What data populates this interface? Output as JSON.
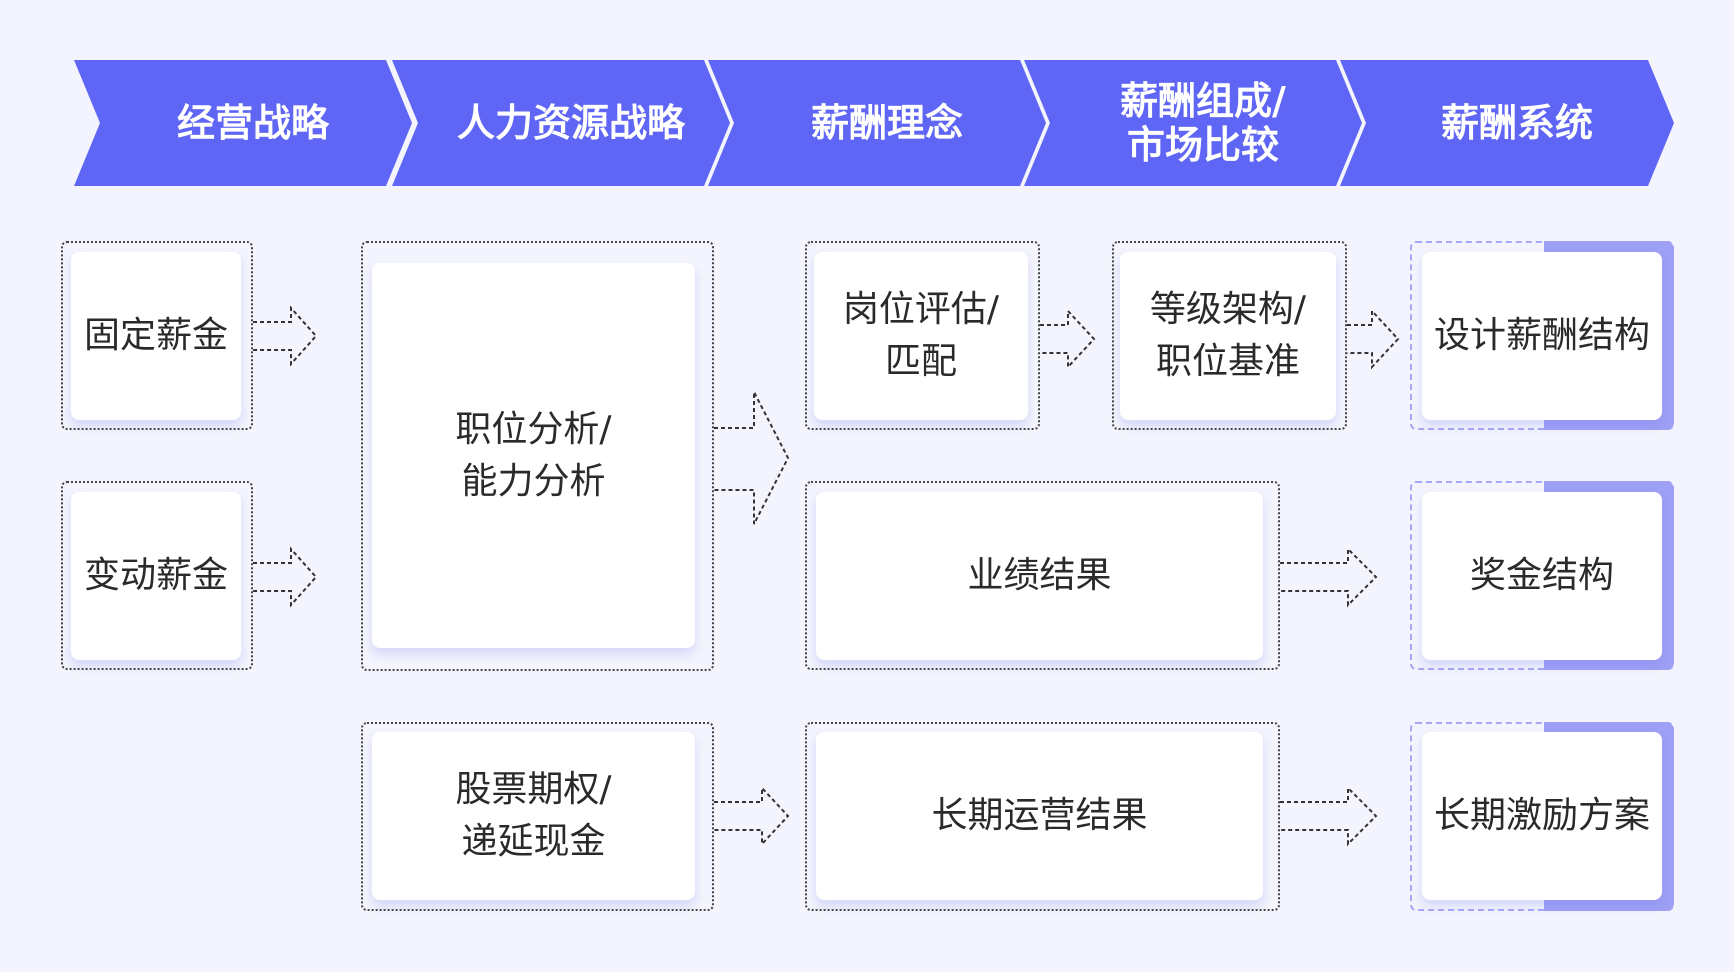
{
  "header": {
    "steps": [
      {
        "label": "经营战略"
      },
      {
        "label": "人力资源战略"
      },
      {
        "label": "薪酬理念"
      },
      {
        "label": "薪酬组成/\n市场比较"
      },
      {
        "label": "薪酬系统"
      }
    ]
  },
  "inputs": {
    "fixed_pay": "固定薪金",
    "variable_pay": "变动薪金",
    "job_analysis": "职位分析/\n能力分析",
    "stock_options": "股票期权/\n递延现金"
  },
  "process": {
    "job_evaluation": "岗位评估/\n匹配",
    "grade_structure": "等级架构/\n职位基准",
    "performance_result": "业绩结果",
    "long_term_result": "长期运营结果"
  },
  "outputs": {
    "pay_structure": "设计薪酬结构",
    "bonus_structure": "奖金结构",
    "long_term_incentive": "长期激励方案"
  },
  "colors": {
    "header": "#5f66f5",
    "accent": "#9ea0f5",
    "background": "#f3f4fd"
  }
}
